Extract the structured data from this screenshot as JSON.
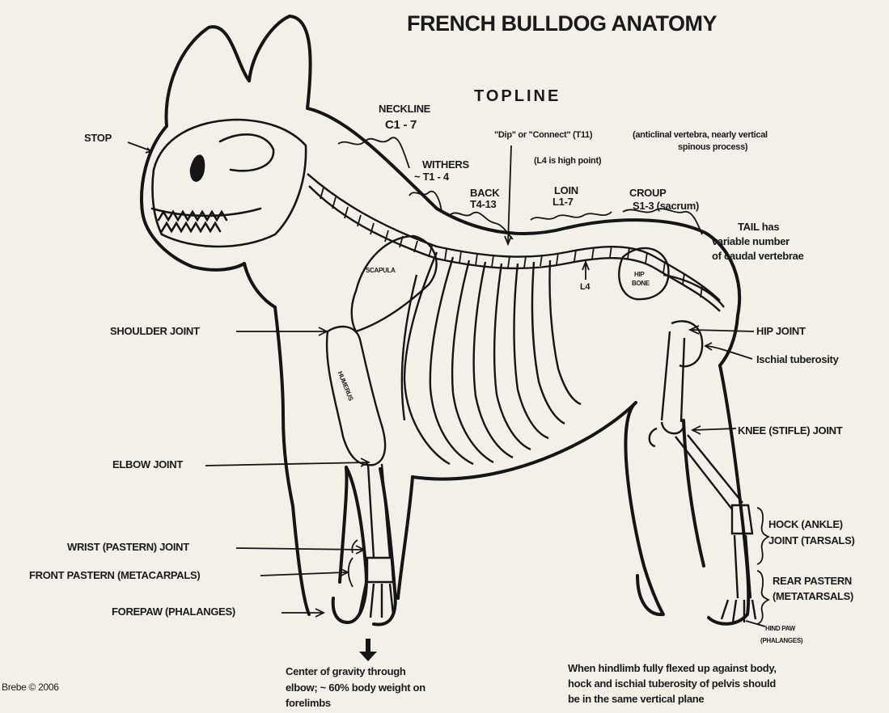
{
  "title": "FRENCH BULLDOG ANATOMY",
  "topline": "TOPLINE",
  "labels": {
    "stop": "STOP",
    "neckline": "NECKLINE",
    "neckline_code": "C1 - 7",
    "withers": "WITHERS",
    "withers_code": "~ T1 - 4",
    "back": "BACK",
    "back_code": "T4-13",
    "dip_connect": "\"Dip\" or \"Connect\" (T11)",
    "anticlinal_1": "(anticlinal vertebra, nearly vertical",
    "anticlinal_2": "spinous process)",
    "l4_high": "(L4 is high point)",
    "loin": "LOIN",
    "loin_code": "L1-7",
    "croup": "CROUP",
    "croup_code": "S1-3  (sacrum)",
    "tail_1": "TAIL has",
    "tail_2": "variable number",
    "tail_3": "of caudal vertebrae",
    "l4": "L4",
    "scapula": "SCAPULA",
    "humerus": "HUMERUS",
    "hip_bone_1": "HIP",
    "hip_bone_2": "BONE",
    "shoulder_joint": "SHOULDER JOINT",
    "hip_joint": "HIP JOINT",
    "ischial_tuberosity": "Ischial tuberosity",
    "knee_joint": "KNEE (STIFLE) JOINT",
    "elbow_joint": "ELBOW JOINT",
    "wrist_joint": "WRIST (PASTERN) JOINT",
    "front_pastern": "FRONT PASTERN (METACARPALS)",
    "forepaw": "FOREPAW (PHALANGES)",
    "hock_1": "HOCK (ANKLE)",
    "hock_2": "JOINT (TARSALS)",
    "rear_pastern_1": "REAR PASTERN",
    "rear_pastern_2": "(METATARSALS)",
    "hind_paw_1": "HIND PAW",
    "hind_paw_2": "(PHALANGES)"
  },
  "notes": {
    "gravity_1": "Center of gravity through",
    "gravity_2": "elbow; ~ 60% body weight on",
    "gravity_3": "forelimbs",
    "hindlimb_1": "When hindlimb fully flexed up against body,",
    "hindlimb_2": "hock and ischial tuberosity of pelvis should",
    "hindlimb_3": "be in the same vertical plane"
  },
  "copyright": "Brebe © 2006"
}
